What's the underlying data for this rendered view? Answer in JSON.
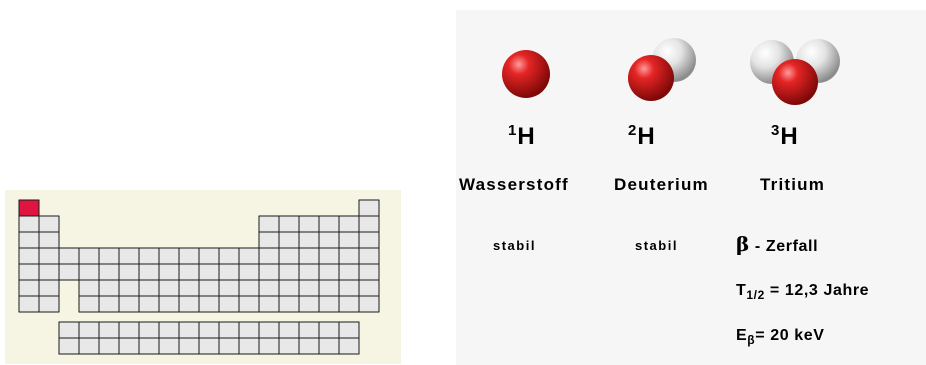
{
  "colors": {
    "table_background": "#f6f4e2",
    "cell_fill": "#e8e8e8",
    "cell_stroke": "#1a1a1a",
    "highlight_cell": "#dd1540",
    "panel_background": "#f6f6f6",
    "proton": "#d31b1b",
    "neutron": "#d8d8d8"
  },
  "periodic_table": {
    "highlighted_element": "H"
  },
  "isotopes": [
    {
      "mass_number": "1",
      "symbol": "H",
      "name": "Wasserstoff",
      "stability": "stabil"
    },
    {
      "mass_number": "2",
      "symbol": "H",
      "name": "Deuterium",
      "stability": "stabil"
    },
    {
      "mass_number": "3",
      "symbol": "H",
      "name": "Tritium"
    }
  ],
  "tritium_info": {
    "decay_symbol": "β",
    "decay_text": " - Zerfall",
    "half_life_symbol": "T",
    "half_life_subscript": "1/2",
    "half_life_text": " = 12,3 Jahre",
    "energy_symbol": "E",
    "energy_subscript": "β",
    "energy_text": "= 20 keV"
  }
}
